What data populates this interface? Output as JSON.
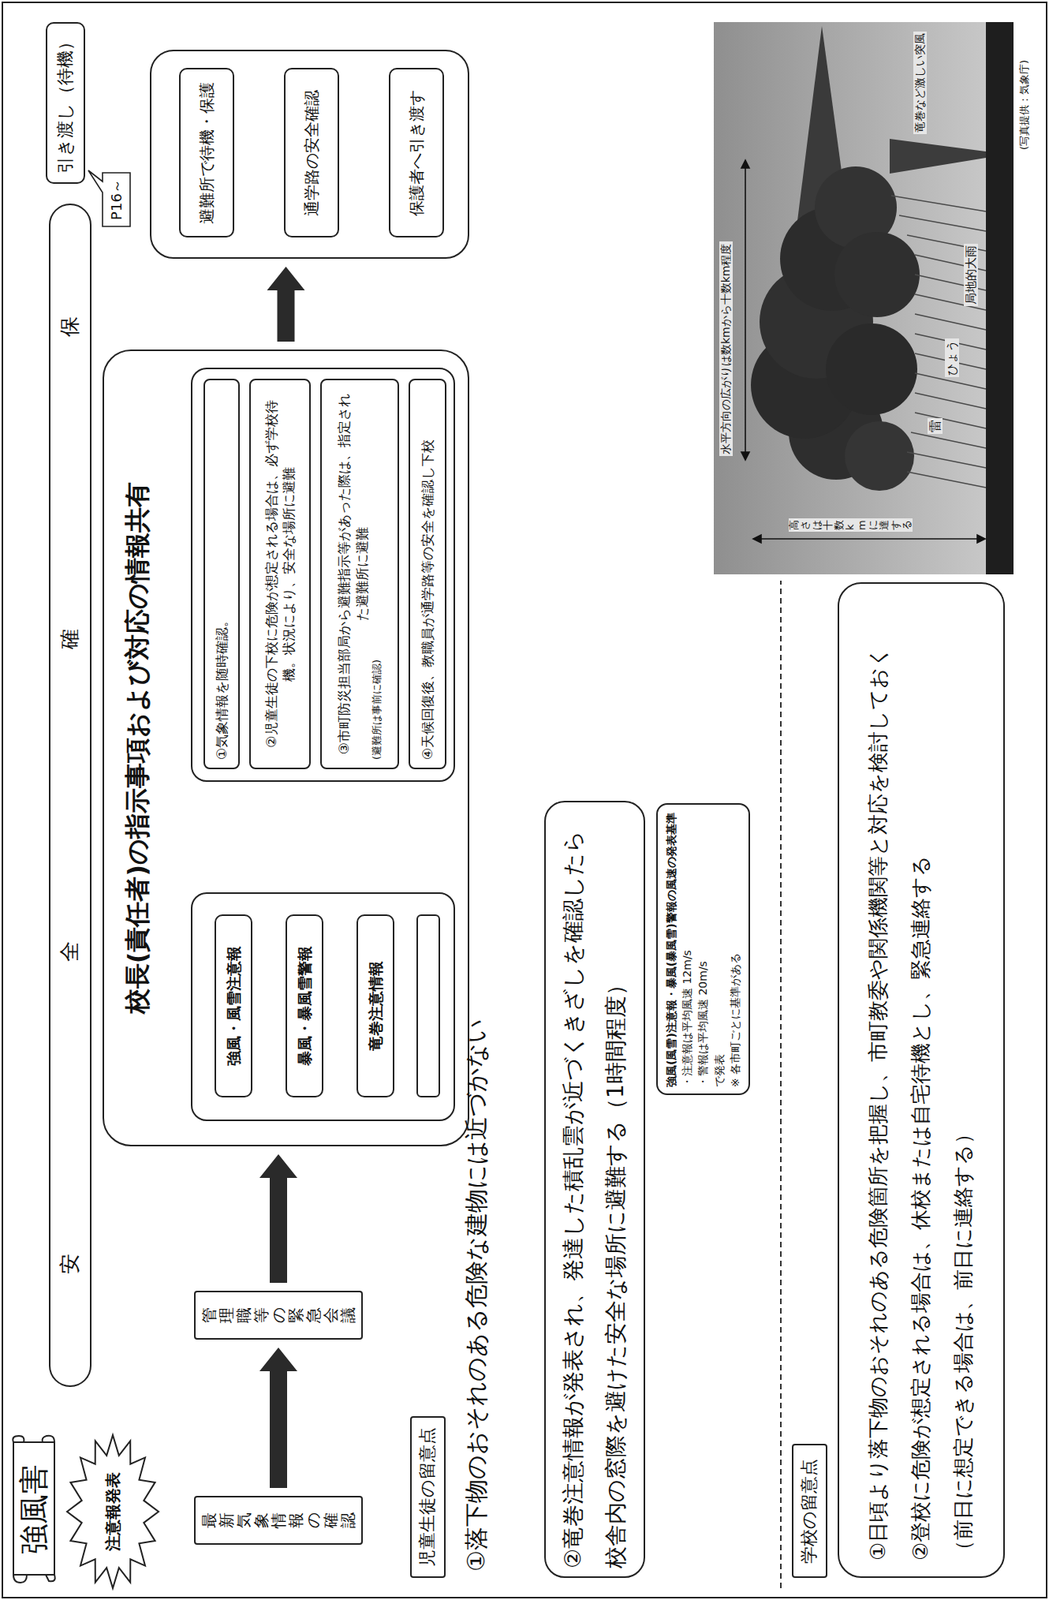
{
  "diagram": {
    "title": "強風害",
    "nodes": [
      {
        "text": [
          "注意報発表"
        ]
      },
      {
        "text": [
          "最新気象情報の確認"
        ]
      },
      {
        "text": [
          "管理職等の緊急会議"
        ]
      },
      {
        "text": [
          "安全確保"
        ]
      },
      {
        "text": [
          "校長(責任者)の指示事項および対応の情報共有"
        ]
      },
      {
        "text": [],
        "in": 4
      },
      {
        "text": [
          "強風・風雪注意報"
        ],
        "in": 5
      },
      {
        "text": [
          "暴風・暴風雪警報"
        ],
        "in": 5
      },
      {
        "text": [
          "竜巻注意情報"
        ],
        "in": 5
      },
      {
        "text": [],
        "in": 4
      },
      {
        "text": [
          "①気象情報を随時確認。"
        ],
        "in": 9
      },
      {
        "text": [
          "②児童生徒の下校に危険が想定される場合は、必ず学校待機。状況により、安全な場所に避難"
        ],
        "in": 9
      },
      {
        "text": [
          "③市町防災担当部局から避難指示等があった際は、指定された避難所に避難",
          "(避難所は事前に確認)"
        ],
        "in": 9
      },
      {
        "text": [
          "④天候回復後、教職員が通学路等の安全を確認し下校"
        ],
        "in": 9
      },
      {
        "text": [
          "引き渡し（待機）"
        ]
      },
      {
        "text": [
          "P16～"
        ]
      },
      {
        "text": []
      },
      {
        "text": [
          "避難所で待機・保護"
        ],
        "in": 16
      },
      {
        "text": [
          "通学路の安全確認"
        ],
        "in": 16
      },
      {
        "text": [
          "保護者へ引き渡す"
        ],
        "in": 16
      },
      {
        "text": [
          "児童生徒の留意点"
        ]
      },
      {
        "text": [
          "②竜巻注意情報が発表され、発達した積乱雲が近づくきざしを確認したら",
          "校舎内の窓際を避けた安全な場所に避難する（1時間程度）"
        ]
      },
      {
        "text": [
          "強風(風雪)注意報・暴風(暴風雪)警報の風速の発表基準",
          "・注意報は平均風速 12m/s",
          "・警報は平均風速 20m/s",
          "で発表",
          "※ 各市町ごとに基準がある"
        ]
      },
      {
        "text": [
          "学校の留意点"
        ]
      },
      {
        "text": [
          "①日頃より落下物のおそれのある危険箇所を把握し、市町教委や関係機関等と対応を検討しておく",
          "②登校に危険が想定される場合は、休校または自宅待機とし、緊急連絡する",
          "（前日に想定できる場合は、前日に連絡する）"
        ]
      }
    ],
    "edges": [
      {
        "from": 1,
        "to": 2,
        "arrow": "to"
      },
      {
        "from": 2,
        "to": 4,
        "arrow": "to"
      },
      {
        "from": 5,
        "to": 9,
        "arrow": "to"
      },
      {
        "from": 4,
        "to": 16,
        "arrow": "to"
      }
    ],
    "labels": [
      "①落下物のおそれのある危険な建物には近づかない",
      "水平方向の広がりは数kmから十数km程度",
      "高さは十数kmに達する",
      "雷",
      "ひょう",
      "局地的大雨",
      "竜巻など激しい突風",
      "(写真提供：気象庁)"
    ]
  }
}
